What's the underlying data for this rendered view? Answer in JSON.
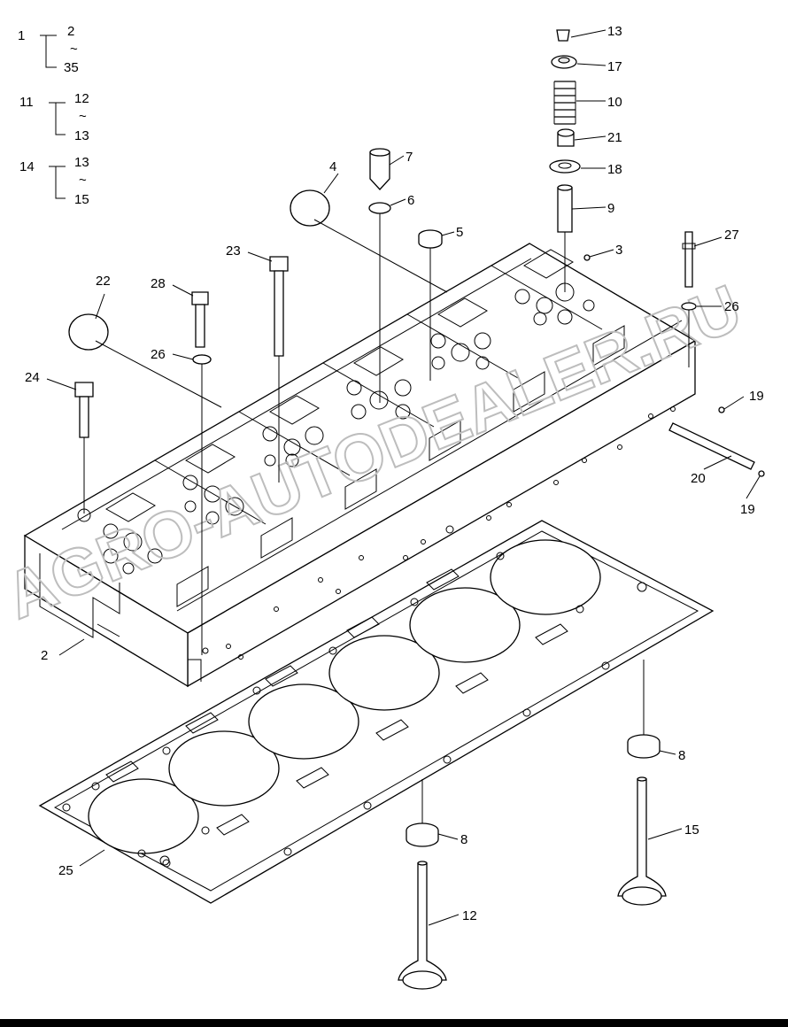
{
  "groups": [
    {
      "parent": "1",
      "from": "2",
      "sep": "~",
      "to": "35"
    },
    {
      "parent": "11",
      "from": "12",
      "sep": "~",
      "to": "13"
    },
    {
      "parent": "14",
      "from": "13",
      "sep": "~",
      "to": "15"
    }
  ],
  "callouts": {
    "c2": "2",
    "c3": "3",
    "c4": "4",
    "c5": "5",
    "c6": "6",
    "c7": "7",
    "c8a": "8",
    "c8b": "8",
    "c9": "9",
    "c10": "10",
    "c12": "12",
    "c13": "13",
    "c15": "15",
    "c17": "17",
    "c18": "18",
    "c19a": "19",
    "c19b": "19",
    "c20": "20",
    "c21": "21",
    "c22": "22",
    "c23": "23",
    "c24": "24",
    "c25": "25",
    "c26a": "26",
    "c26b": "26",
    "c27": "27",
    "c28": "28"
  },
  "watermark": "AGRO-AUTODEALER.RU",
  "colors": {
    "line": "#000000",
    "watermark": "#bdbdbd",
    "background": "#ffffff"
  }
}
